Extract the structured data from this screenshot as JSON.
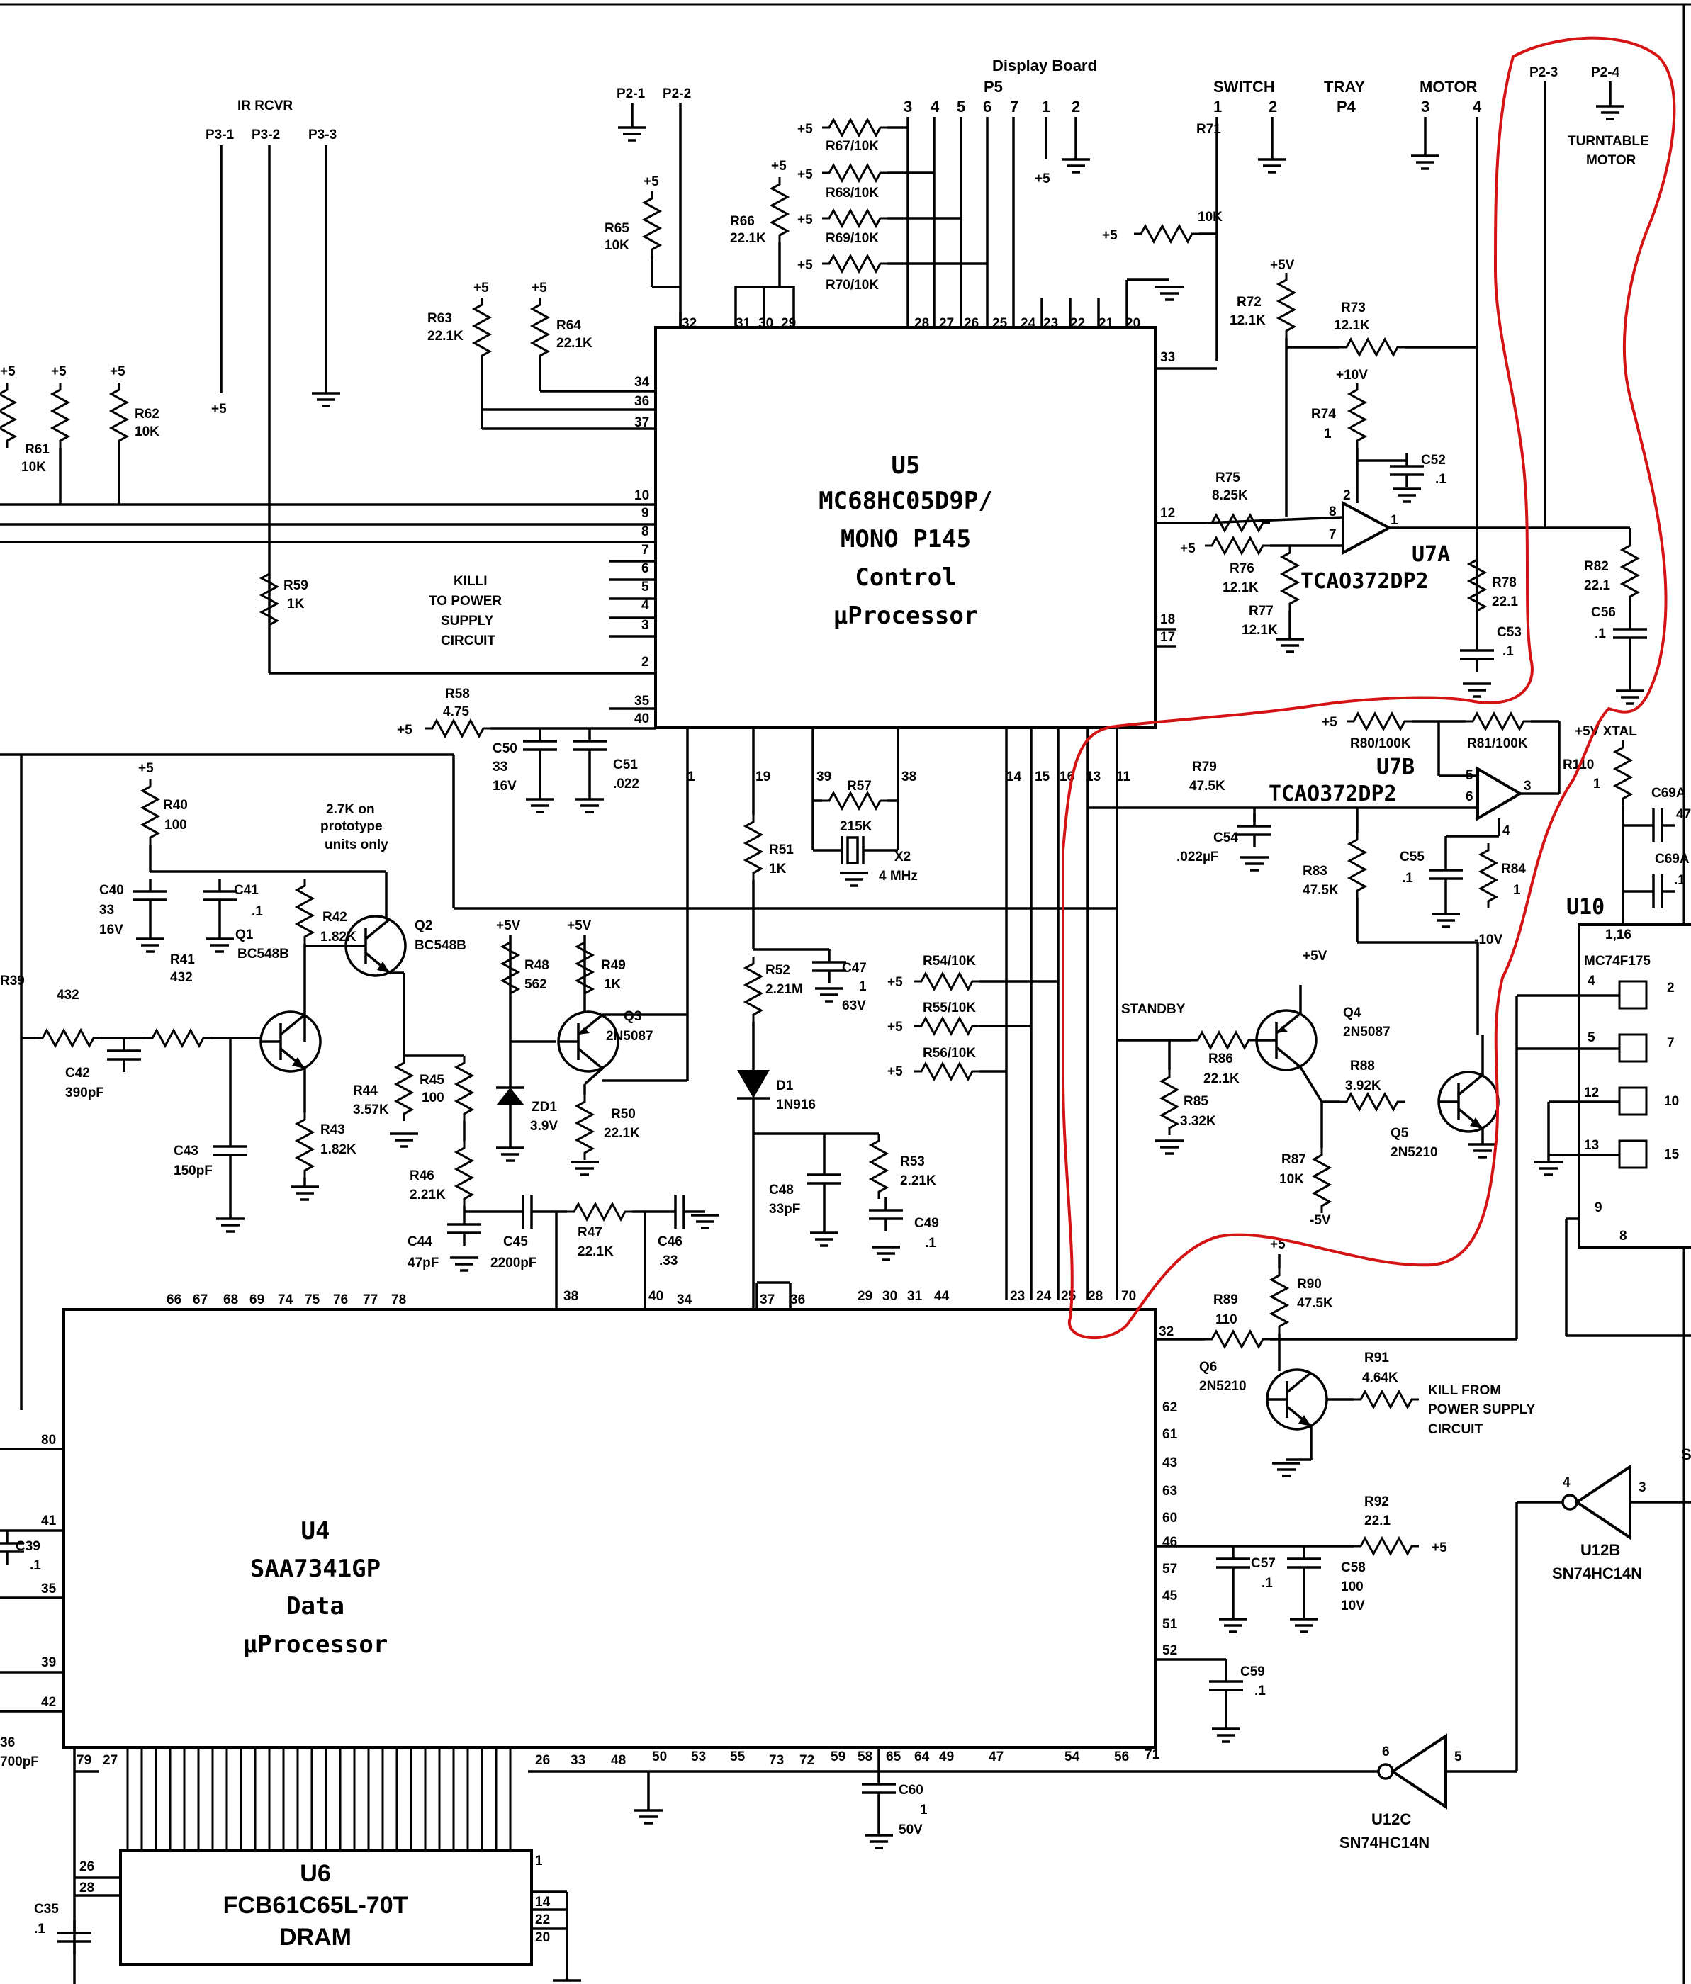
{
  "connectors": {
    "display_board": "Display Board",
    "p5": "P5",
    "p5_pins": [
      "3",
      "4",
      "5",
      "6",
      "7",
      "1",
      "2"
    ],
    "ir_rcvr": "IR RCVR",
    "p3_pins": [
      "P3-1",
      "P3-2",
      "P3-3"
    ],
    "p2_1": "P2-1",
    "p2_2": "P2-2",
    "switch": "SWITCH",
    "switch_pins": [
      "1",
      "2"
    ],
    "tray": "TRAY",
    "p4": "P4",
    "motor": "MOTOR",
    "motor_pins": [
      "3",
      "4"
    ],
    "p2_3": "P2-3",
    "p2_4": "P2-4",
    "turntable_motor": [
      "TURNTABLE",
      "MOTOR"
    ]
  },
  "chips": {
    "u5": {
      "ref": "U5",
      "lines": [
        "MC68HC05D9P/",
        "MONO P145",
        "Control",
        "µProcessor"
      ]
    },
    "u4": {
      "ref": "U4",
      "lines": [
        "SAA7341GP",
        "Data",
        "µProcessor"
      ]
    },
    "u6": {
      "ref": "U6",
      "lines": [
        "FCB61C65L-70T",
        "DRAM"
      ]
    },
    "u10": {
      "ref": "U10",
      "part": "MC74F175",
      "pins_top": "1,16"
    },
    "u7a": {
      "ref": "U7A",
      "part": "TCAO372DP2"
    },
    "u7b": {
      "ref": "U7B",
      "part": "TCAO372DP2"
    },
    "u12b": {
      "ref": "U12B",
      "part": "SN74HC14N"
    },
    "u12c": {
      "ref": "U12C",
      "part": "SN74HC14N"
    }
  },
  "u5_pins": {
    "top": [
      "32",
      "31",
      "30",
      "29",
      "28",
      "27",
      "26",
      "25",
      "24",
      "23",
      "22",
      "21",
      "20"
    ],
    "left": [
      "34",
      "36",
      "37",
      "10",
      "9",
      "8",
      "7",
      "6",
      "5",
      "4",
      "3",
      "2",
      "35",
      "40"
    ],
    "right": [
      "33",
      "12",
      "18",
      "17"
    ],
    "bottom": [
      "1",
      "19",
      "39",
      "38",
      "14",
      "15",
      "16",
      "13",
      "11"
    ]
  },
  "u4_pins": {
    "top": [
      "66",
      "67",
      "68",
      "69",
      "74",
      "75",
      "76",
      "77",
      "78",
      "38",
      "40",
      "34",
      "37",
      "36",
      "29",
      "30",
      "31",
      "44",
      "23",
      "24",
      "25",
      "28",
      "70"
    ],
    "right": [
      "32",
      "62",
      "61",
      "43",
      "63",
      "60",
      "46",
      "57",
      "45",
      "51",
      "52"
    ],
    "left": [
      "80",
      "41",
      "35",
      "39",
      "42"
    ],
    "bottom": [
      "79",
      "27",
      "26",
      "33",
      "48",
      "50",
      "53",
      "55",
      "73",
      "72",
      "59",
      "58",
      "65",
      "64",
      "49",
      "47",
      "54",
      "56",
      "71"
    ]
  },
  "resistors": {
    "r67": "R67/10K",
    "r68": "R68/10K",
    "r69": "R69/10K",
    "r70": "R70/10K",
    "r65": [
      "R65",
      "10K"
    ],
    "r66": [
      "R66",
      "22.1K"
    ],
    "r63": [
      "R63",
      "22.1K"
    ],
    "r64": [
      "R64",
      "22.1K"
    ],
    "r61": [
      "R61",
      "10K"
    ],
    "r62": [
      "R62",
      "10K"
    ],
    "r59": [
      "R59",
      "1K"
    ],
    "r58": [
      "R58",
      "4.75"
    ],
    "r71": [
      "R71",
      "10K"
    ],
    "r72": [
      "R72",
      "12.1K"
    ],
    "r73": [
      "R73",
      "12.1K"
    ],
    "r74": [
      "R74",
      "1"
    ],
    "r75": [
      "R75",
      "8.25K"
    ],
    "r76": [
      "R76",
      "12.1K"
    ],
    "r77": [
      "R77",
      "12.1K"
    ],
    "r78": [
      "R78",
      "22.1"
    ],
    "r82": [
      "R82",
      "22.1"
    ],
    "r80": "R80/100K",
    "r81": "R81/100K",
    "r79": [
      "R79",
      "47.5K"
    ],
    "r83": [
      "R83",
      "47.5K"
    ],
    "r84": [
      "R84",
      "1"
    ],
    "r110": [
      "R110",
      "1"
    ],
    "r86": [
      "R86",
      "22.1K"
    ],
    "r85": [
      "R85",
      "3.32K"
    ],
    "r88": [
      "R88",
      "3.92K"
    ],
    "r87": [
      "R87",
      "10K"
    ],
    "r89": [
      "R89",
      "110"
    ],
    "r90": [
      "R90",
      "47.5K"
    ],
    "r91": [
      "R91",
      "4.64K"
    ],
    "r92": [
      "R92",
      "22.1"
    ],
    "r40": [
      "R40",
      "100"
    ],
    "r42": [
      "R42",
      "1.82K"
    ],
    "r43": [
      "R43",
      "1.82K"
    ],
    "r39": [
      "R39",
      "432"
    ],
    "r41": [
      "R41",
      "432"
    ],
    "r44": [
      "R44",
      "3.57K"
    ],
    "r45": [
      "R45",
      "100"
    ],
    "r46": [
      "R46",
      "2.21K"
    ],
    "r47": [
      "R47",
      "22.1K"
    ],
    "r48": [
      "R48",
      "562"
    ],
    "r49": [
      "R49",
      "1K"
    ],
    "r50": [
      "R50",
      "22.1K"
    ],
    "r51": [
      "R51",
      "1K"
    ],
    "r52": [
      "R52",
      "2.21M"
    ],
    "r53": [
      "R53",
      "2.21K"
    ],
    "r57": [
      "R57",
      "215K"
    ],
    "r54": "R54/10K",
    "r55": "R55/10K",
    "r56": "R56/10K"
  },
  "capacitors": {
    "c52": [
      "C52",
      ".1"
    ],
    "c53": [
      "C53",
      ".1"
    ],
    "c56": [
      "C56",
      ".1"
    ],
    "c54": [
      "C54",
      ".022µF"
    ],
    "c55": [
      "C55",
      ".1"
    ],
    "c50": [
      "C50",
      "33",
      "16V"
    ],
    "c51": [
      "C51",
      ".022"
    ],
    "c40": [
      "C40",
      "33",
      "16V"
    ],
    "c41": [
      "C41",
      ".1"
    ],
    "c42": [
      "C42",
      "390pF"
    ],
    "c43": [
      "C43",
      "150pF"
    ],
    "c44": [
      "C44",
      "47pF"
    ],
    "c45": [
      "C45",
      "2200pF"
    ],
    "c46": [
      "C46",
      ".33"
    ],
    "c47": [
      "C47",
      "1",
      "63V"
    ],
    "c48": [
      "C48",
      "33pF"
    ],
    "c49": [
      "C49",
      ".1"
    ],
    "c57": [
      "C57",
      ".1"
    ],
    "c58": [
      "C58",
      "100",
      "10V"
    ],
    "c59": [
      "C59",
      ".1"
    ],
    "c60": [
      "C60",
      "1",
      "50V"
    ],
    "c39": [
      "C39",
      ".1"
    ],
    "c35": [
      "C35",
      ".1"
    ],
    "c69a": "C69A",
    "c69a_val": "47",
    "c69a2": "C69A",
    "c69a2_val": ".1"
  },
  "semis": {
    "q1": [
      "Q1",
      "BC548B"
    ],
    "q2": [
      "Q2",
      "BC548B"
    ],
    "q3": [
      "Q3",
      "2N5087"
    ],
    "q4": [
      "Q4",
      "2N5087"
    ],
    "q5": [
      "Q5",
      "2N5210"
    ],
    "q6": [
      "Q6",
      "2N5210"
    ],
    "zd1": [
      "ZD1",
      "3.9V"
    ],
    "d1": [
      "D1",
      "1N916"
    ],
    "x2": [
      "X2",
      "4 MHz"
    ]
  },
  "labels": {
    "plus5": "+5",
    "plus5v": "+5V",
    "plus10v": "+10V",
    "minus10v": "-10V",
    "minus5v": "-5V",
    "five_v_xtal": "+5V XTAL",
    "killi": [
      "KILLI",
      "TO POWER",
      "SUPPLY",
      "CIRCUIT"
    ],
    "kill_from": [
      "KILL FROM",
      "POWER SUPPLY",
      "CIRCUIT"
    ],
    "standby": "STANDBY",
    "proto_note": [
      "2.7K on",
      "prototype",
      "units only"
    ],
    "partial_c36": [
      "36",
      "700pF"
    ],
    "s_partial": "S"
  }
}
